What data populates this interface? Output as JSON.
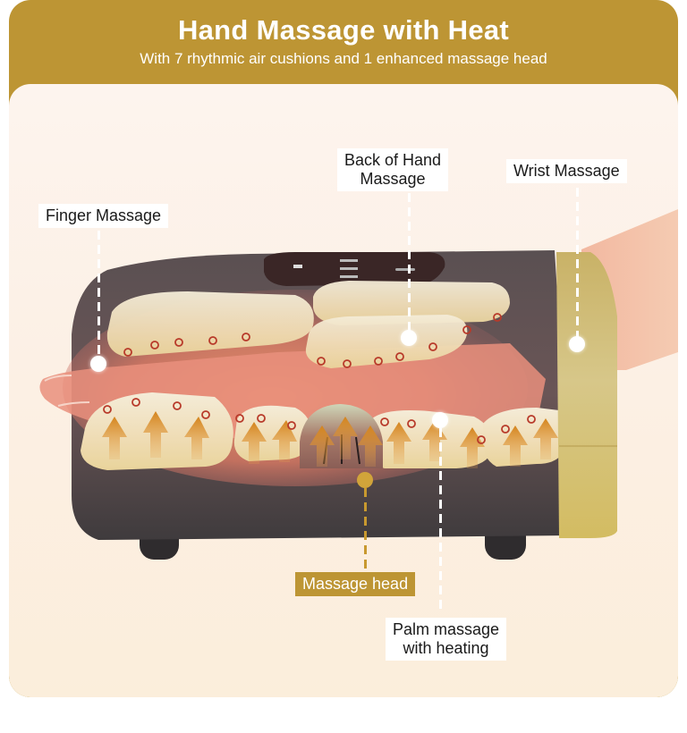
{
  "header": {
    "title": "Hand Massage with Heat",
    "subtitle": "With 7 rhythmic air cushions and 1 enhanced massage head"
  },
  "callouts": {
    "finger": "Finger Massage",
    "back_of_hand_line1": "Back of Hand",
    "back_of_hand_line2": "Massage",
    "wrist": "Wrist Massage",
    "massage_head": "Massage head",
    "palm_line1": "Palm massage",
    "palm_line2": "with heating"
  },
  "colors": {
    "brand_gold": "#bd9534",
    "background_cream": "#fcefe2",
    "device_dark": "#4a4446",
    "cushion": "#efe4c4",
    "heat_arrow": "#d98a1c",
    "air_hole": "#b83a2a",
    "wrist_band": "#d2b95c"
  },
  "illustration": {
    "air_cushions": 7,
    "massage_heads": 1
  }
}
